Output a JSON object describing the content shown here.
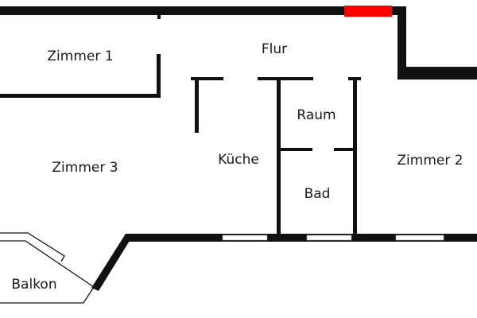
{
  "rooms": {
    "zimmer1": "Zimmer 1",
    "flur": "Flur",
    "raum": "Raum",
    "kueche": "Küche",
    "zimmer3": "Zimmer 3",
    "zimmer2": "Zimmer 2",
    "bad": "Bad",
    "balkon": "Balkon"
  },
  "colors": {
    "wall": "#111111",
    "entrance": "#ff0000"
  }
}
